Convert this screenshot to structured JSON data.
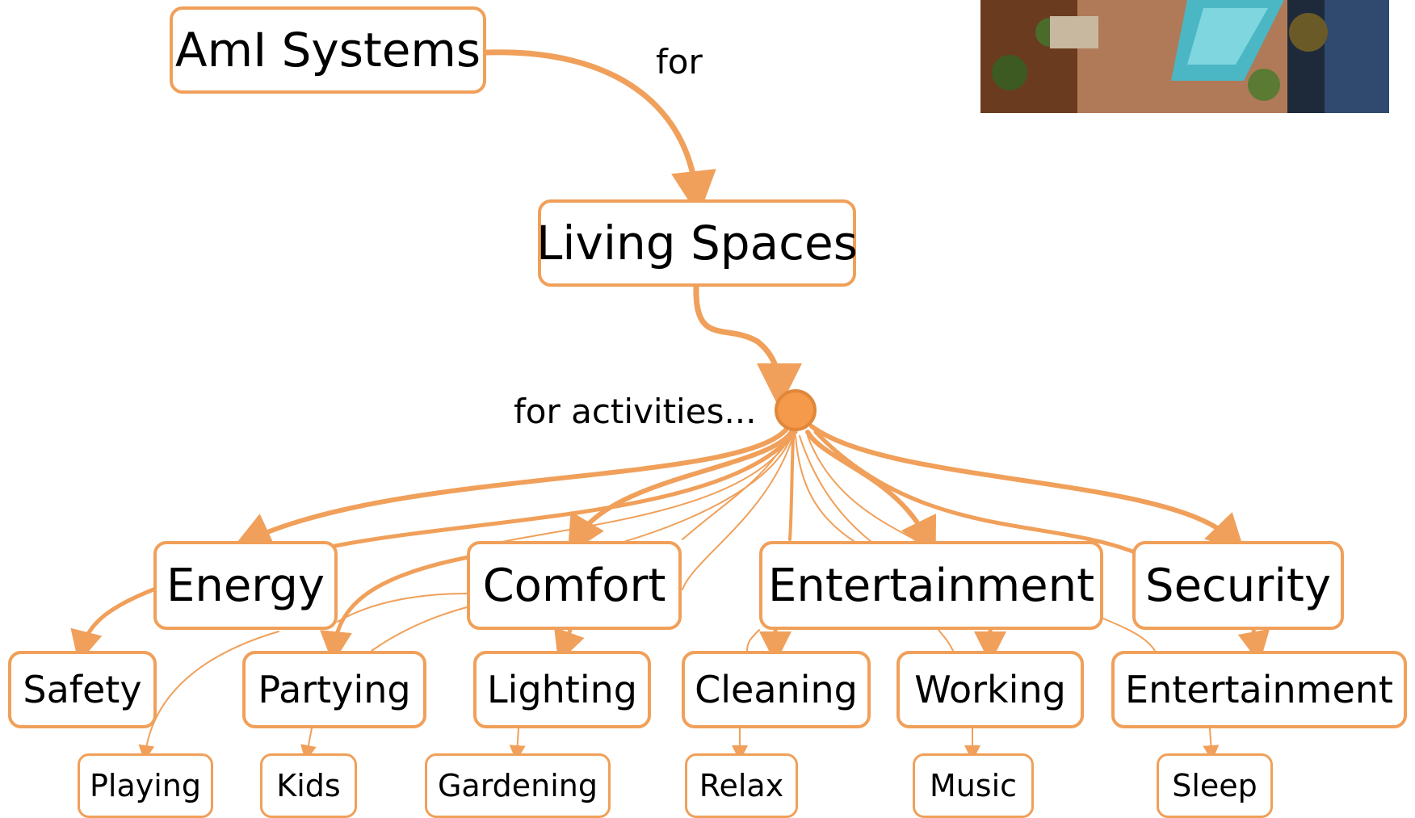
{
  "diagram": {
    "accent_color": "#F0A05A",
    "root": {
      "label": "AmI Systems"
    },
    "edge_label_for": "for",
    "middle": {
      "label": "Living Spaces"
    },
    "edge_label_activities": "for activities...",
    "categories": [
      {
        "label": "Energy"
      },
      {
        "label": "Comfort"
      },
      {
        "label": "Entertainment"
      },
      {
        "label": "Security"
      }
    ],
    "subactivities": [
      {
        "label": "Safety"
      },
      {
        "label": "Partying"
      },
      {
        "label": "Lighting"
      },
      {
        "label": "Cleaning"
      },
      {
        "label": "Working"
      },
      {
        "label": "Entertainment"
      }
    ],
    "leaves": [
      {
        "label": "Playing"
      },
      {
        "label": "Kids"
      },
      {
        "label": "Gardening"
      },
      {
        "label": "Relax"
      },
      {
        "label": "Music"
      },
      {
        "label": "Sleep"
      }
    ],
    "photo_description_icon": "house-pool-photo-icon"
  }
}
